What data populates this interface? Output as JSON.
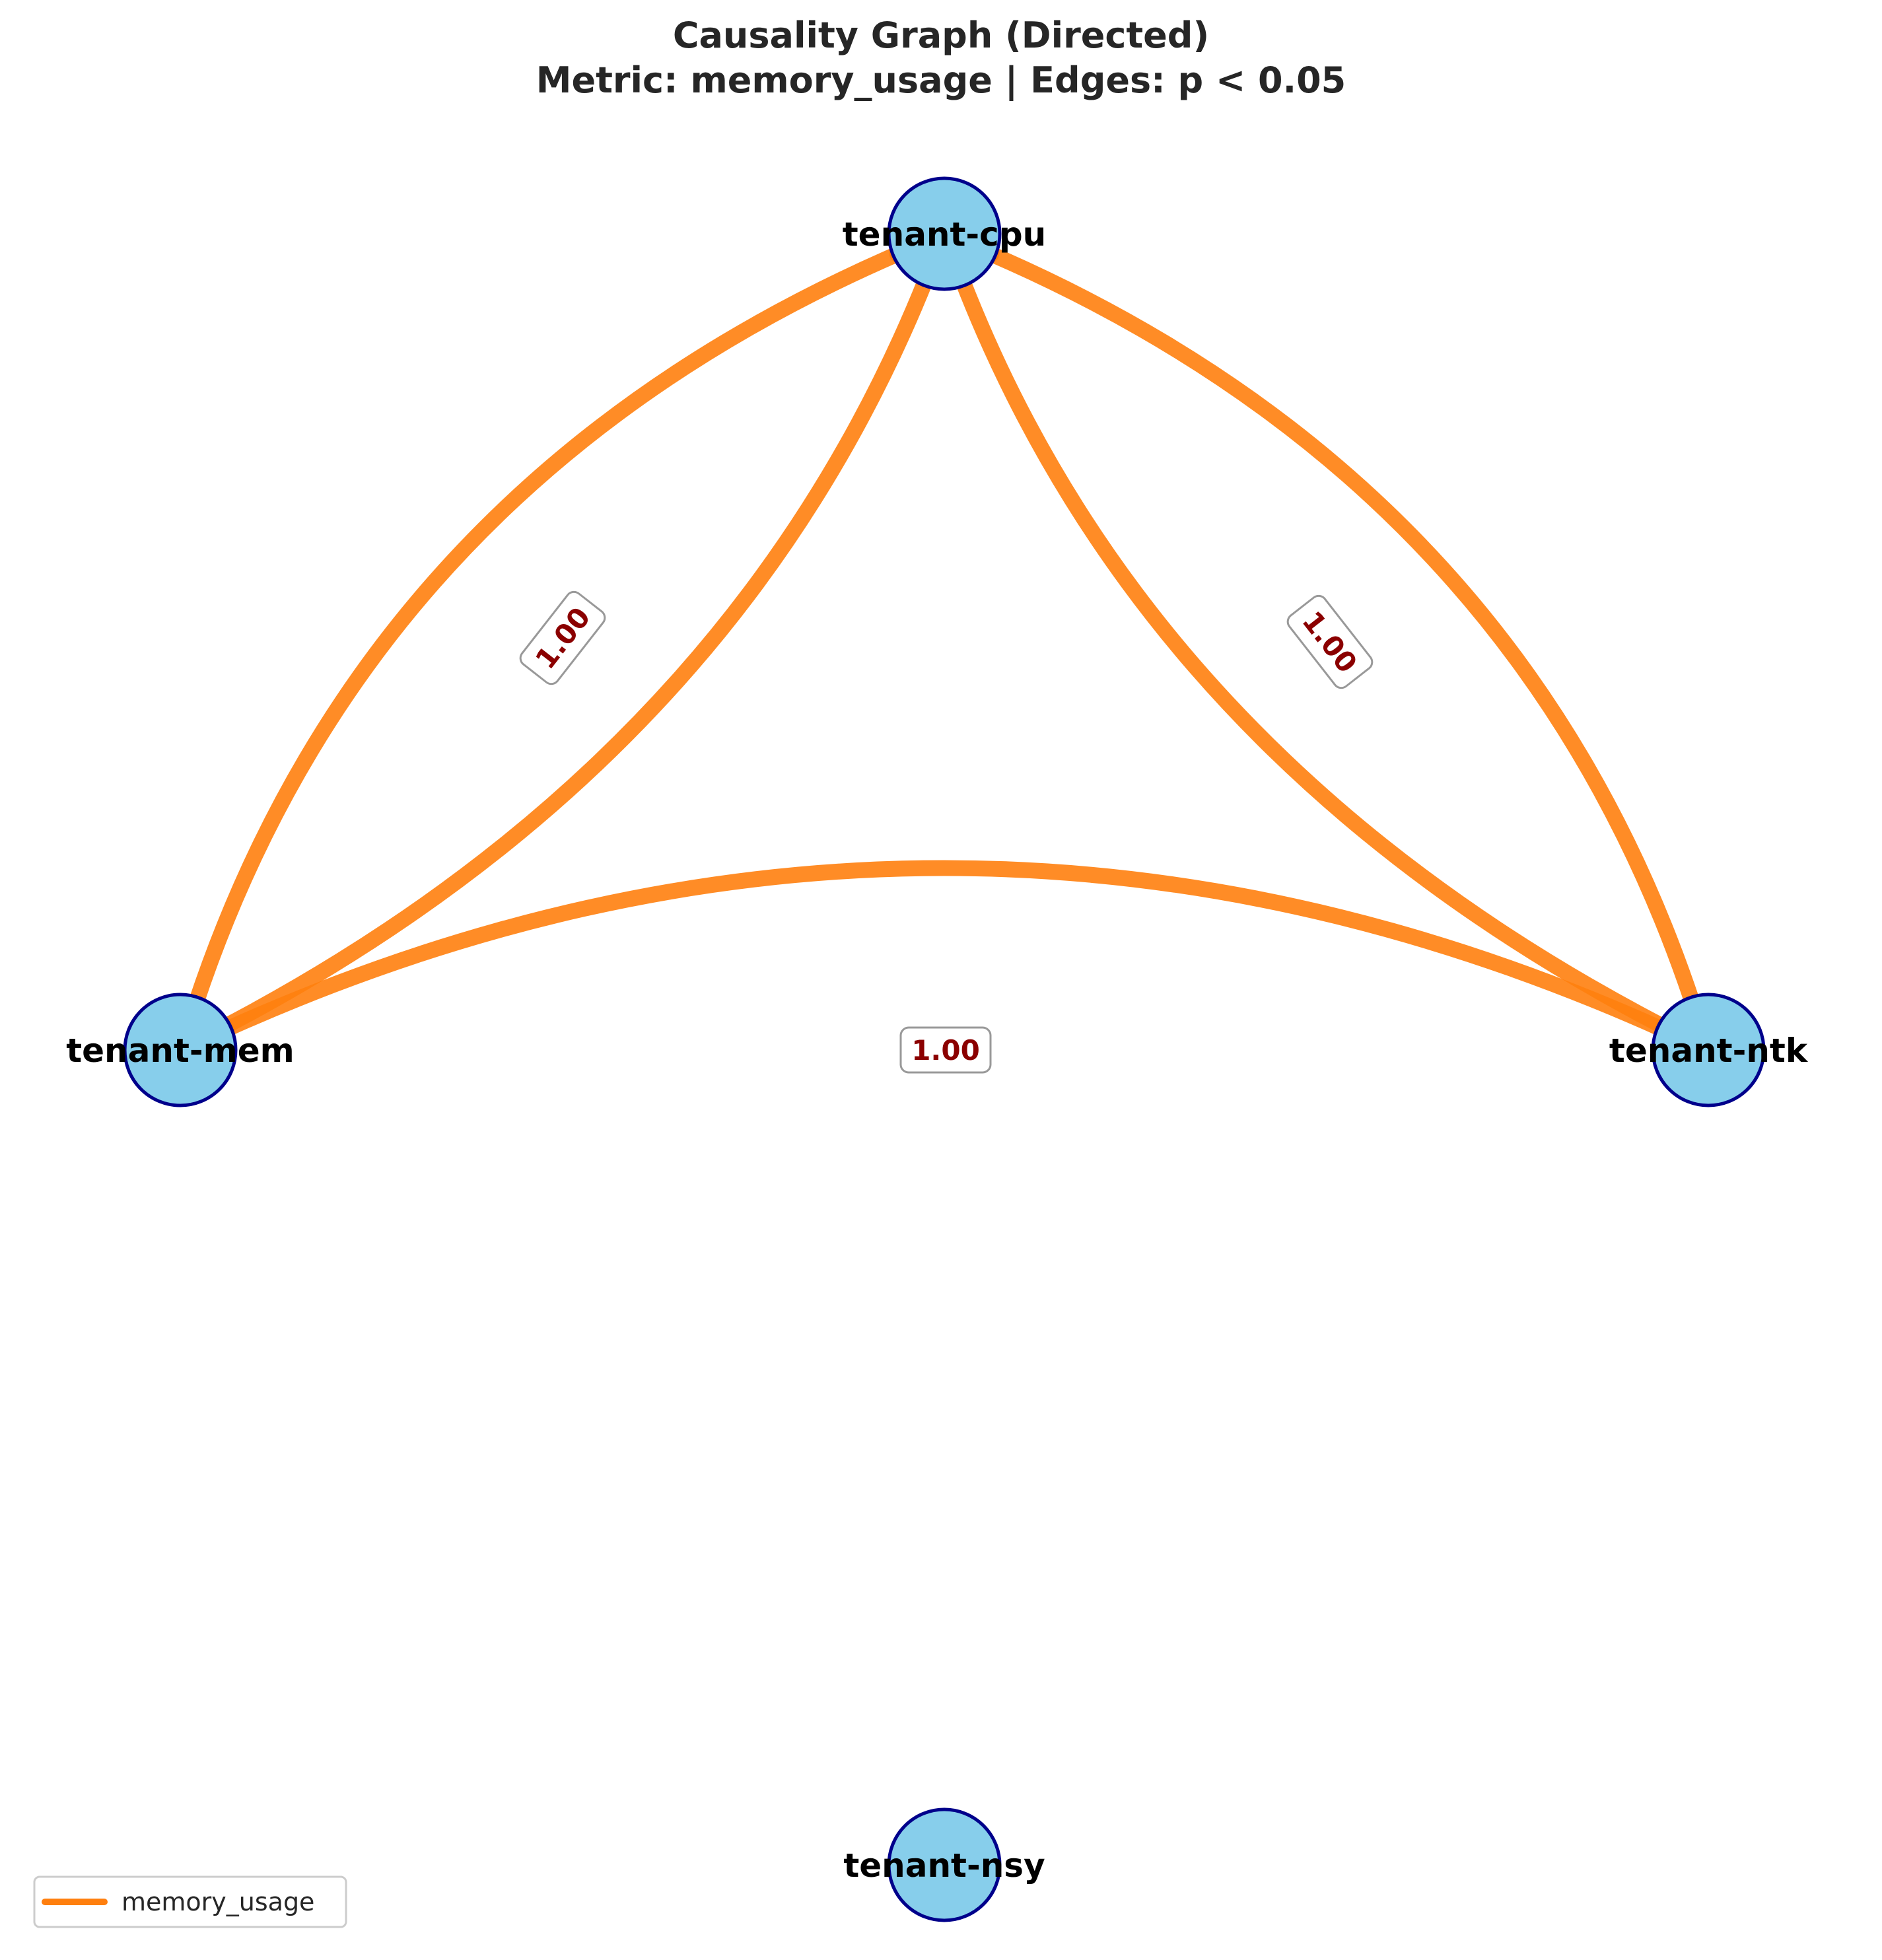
{
  "title": {
    "line1": "Causality Graph (Directed)",
    "line2": "Metric: memory_usage | Edges: p < 0.05"
  },
  "colors": {
    "node_fill": "#87ceeb",
    "node_stroke": "#00008b",
    "edge": "#ff7f0e",
    "edge_label_text": "#8b0000"
  },
  "nodes": [
    {
      "id": "cpu",
      "label": "tenant-cpu"
    },
    {
      "id": "mem",
      "label": "tenant-mem"
    },
    {
      "id": "ntk",
      "label": "tenant-ntk"
    },
    {
      "id": "nsy",
      "label": "tenant-nsy"
    }
  ],
  "edges": [
    {
      "source": "mem",
      "target": "cpu",
      "weight": "1.00",
      "metric": "memory_usage"
    },
    {
      "source": "cpu",
      "target": "mem",
      "weight": "1.00",
      "metric": "memory_usage"
    },
    {
      "source": "ntk",
      "target": "cpu",
      "weight": "1.00",
      "metric": "memory_usage"
    },
    {
      "source": "cpu",
      "target": "ntk",
      "weight": "1.00",
      "metric": "memory_usage"
    },
    {
      "source": "ntk",
      "target": "mem",
      "weight": "1.00",
      "metric": "memory_usage"
    }
  ],
  "legend": {
    "entries": [
      {
        "label": "memory_usage",
        "color": "#ff7f0e"
      }
    ]
  }
}
